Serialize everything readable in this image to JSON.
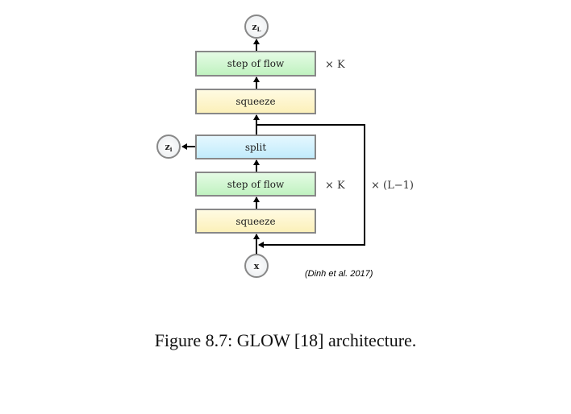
{
  "diagram": {
    "nodes": {
      "z_L": {
        "base": "z",
        "sub": "L"
      },
      "z_i": {
        "base": "z",
        "sub": "i"
      },
      "x": {
        "label": "x"
      }
    },
    "blocks": [
      {
        "id": "step_of_flow_top",
        "label": "step of flow",
        "color": "#c8f5c8"
      },
      {
        "id": "squeeze_top",
        "label": "squeeze",
        "color": "#fdf5c8"
      },
      {
        "id": "split",
        "label": "split",
        "color": "#c8eefc"
      },
      {
        "id": "step_of_flow_bottom",
        "label": "step of flow",
        "color": "#c8f5c8"
      },
      {
        "id": "squeeze_bottom",
        "label": "squeeze",
        "color": "#fdf5c8"
      }
    ],
    "repeat_labels": {
      "top_k": "× K",
      "bottom_k": "× K",
      "levels": "× (L−1)"
    },
    "citation": "(Dinh et al. 2017)"
  },
  "caption": "Figure 8.7:  GLOW [18] architecture."
}
